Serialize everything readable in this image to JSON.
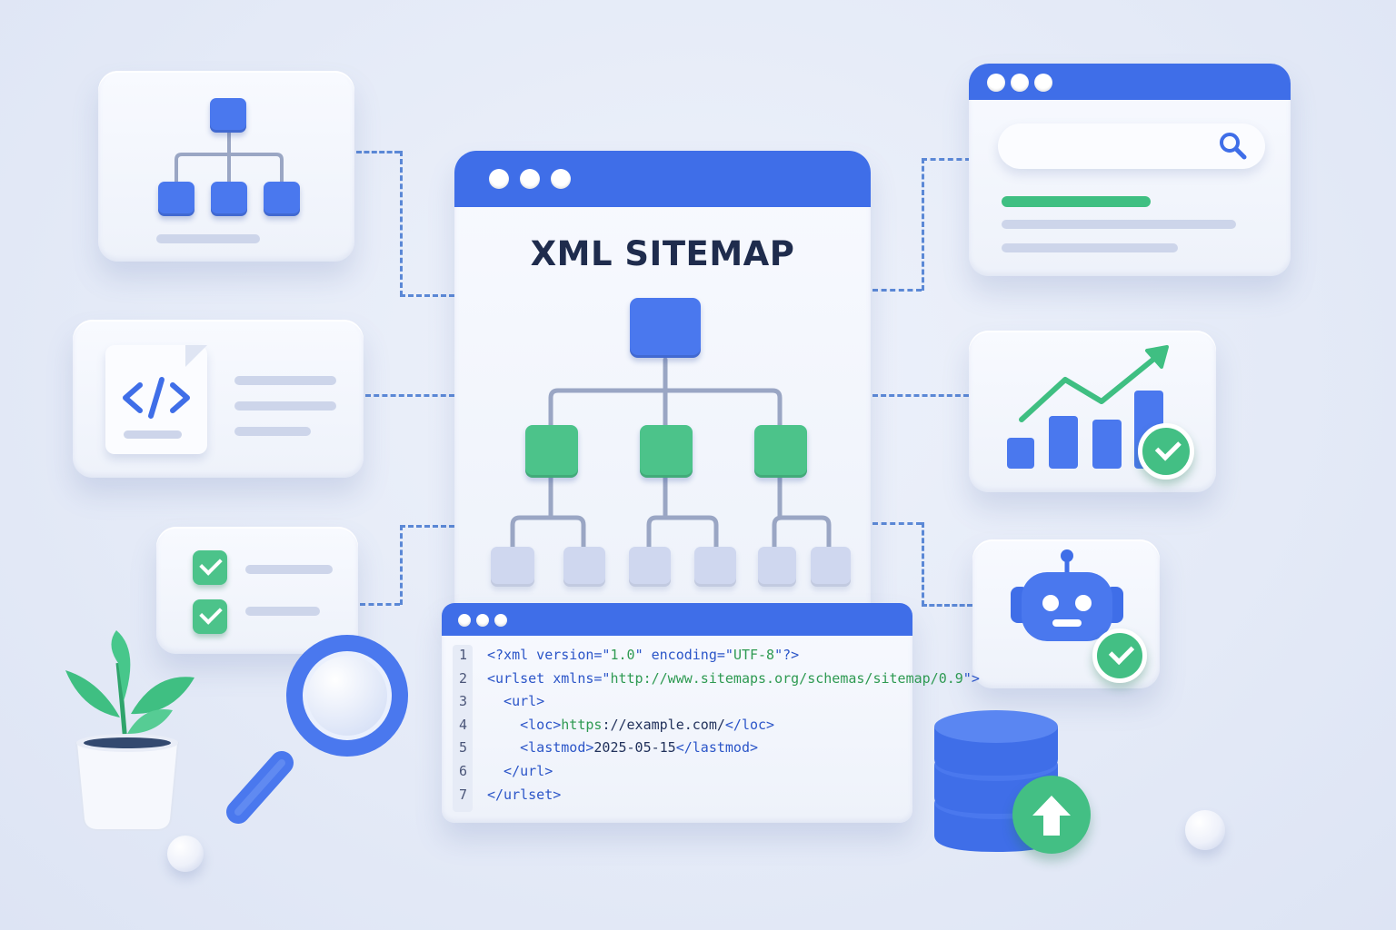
{
  "main_window": {
    "title": "XML SITEMAP"
  },
  "code": {
    "lines": [
      {
        "n": "1",
        "parts": [
          [
            "tag",
            "<?xml version=\""
          ],
          [
            "str",
            "1.0"
          ],
          [
            "tag",
            "\" encoding=\""
          ],
          [
            "str",
            "UTF-8"
          ],
          [
            "tag",
            "\"?>"
          ]
        ]
      },
      {
        "n": "2",
        "parts": [
          [
            "tag",
            "<urlset xmlns=\""
          ],
          [
            "str",
            "http://www.sitemaps.org/schemas/sitemap/0.9"
          ],
          [
            "tag",
            "\">"
          ]
        ]
      },
      {
        "n": "3",
        "parts": [
          [
            "tag",
            "  <url>"
          ]
        ]
      },
      {
        "n": "4",
        "parts": [
          [
            "tag",
            "    <loc>"
          ],
          [
            "str",
            "https"
          ],
          [
            "txt",
            "://example.com/"
          ],
          [
            "tag",
            "</loc>"
          ]
        ]
      },
      {
        "n": "5",
        "parts": [
          [
            "tag",
            "    <lastmod>"
          ],
          [
            "txt",
            "2025-05-15"
          ],
          [
            "tag",
            "</lastmod>"
          ]
        ]
      },
      {
        "n": "6",
        "parts": [
          [
            "tag",
            "  </url>"
          ]
        ]
      },
      {
        "n": "7",
        "parts": [
          [
            "tag",
            "</urlset>"
          ]
        ]
      }
    ]
  },
  "icons": {
    "hierarchy": "site-hierarchy-icon",
    "code_file": "code-file-icon",
    "checklist": "checklist-icon",
    "search": "search-icon",
    "growth_chart": "growth-chart-icon",
    "robot": "crawler-robot-icon",
    "database": "database-upload-icon",
    "magnifier": "magnifying-glass-icon",
    "plant": "potted-plant-icon"
  },
  "colors": {
    "primary": "#3f6ee8",
    "accent": "#4cc38a",
    "background": "#e4eaf7"
  }
}
